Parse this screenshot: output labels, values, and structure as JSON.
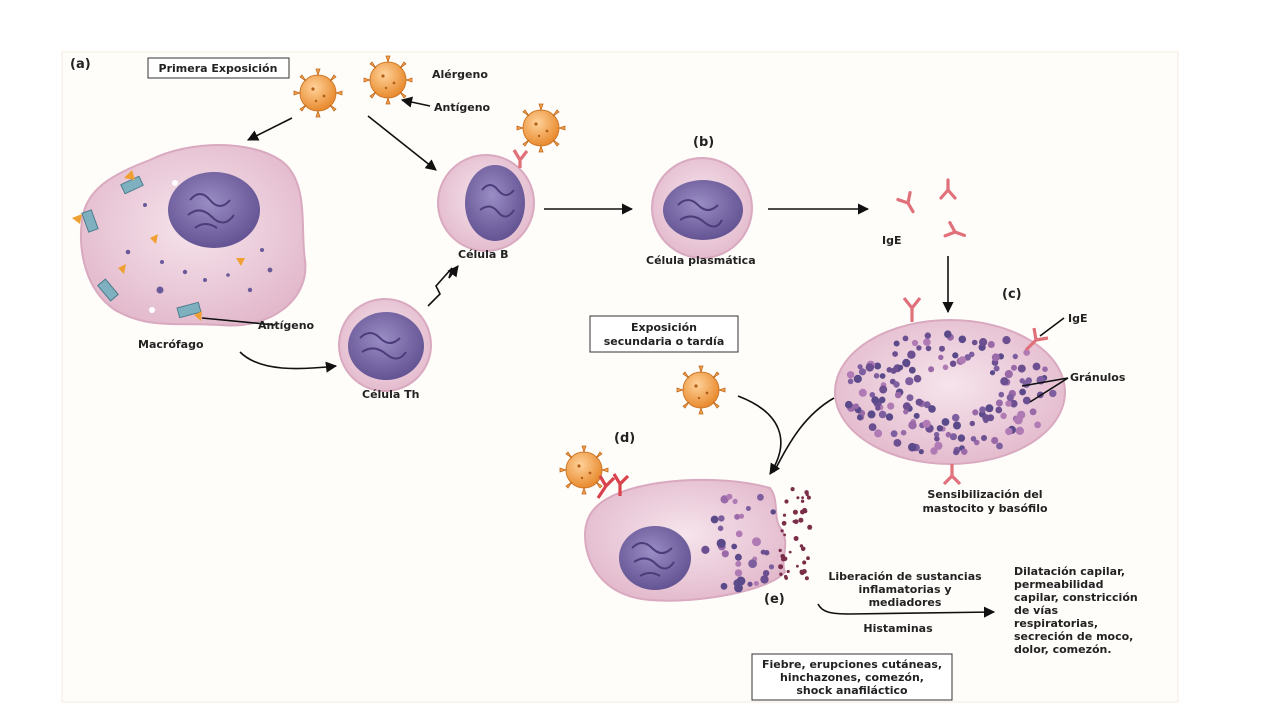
{
  "panels": {
    "a": "(a)",
    "b": "(b)",
    "c": "(c)",
    "d": "(d)",
    "e": "(e)"
  },
  "labels": {
    "primera_exposicion": "Primera Exposición",
    "alergeno": "Alérgeno",
    "antigeno_top": "Antígeno",
    "antigeno_macrofago": "Antígeno",
    "macrofago": "Macrófago",
    "celula_b": "Célula B",
    "celula_th": "Célula Th",
    "celula_plasmatica": "Célula plasmática",
    "ige_free": "IgE",
    "ige_mast": "IgE",
    "granulos": "Gránulos",
    "exposicion_secundaria": [
      "Exposición",
      "secundaria o tardía"
    ],
    "sensibilizacion": [
      "Sensibilización del",
      "mastocito y basófilo"
    ],
    "liberacion": [
      "Liberación de sustancias",
      "inflamatorias y",
      "mediadores"
    ],
    "histaminas": "Histaminas",
    "efectos": [
      "Dilatación capilar,",
      "permeabilidad",
      "capilar, constricción",
      "de vías",
      "respiratorias,",
      "secreción de moco,",
      "dolor, comezón."
    ],
    "sintomas": [
      "Fiebre, erupciones cutáneas,",
      "hinchazones, comezón,",
      "shock anafiláctico"
    ]
  },
  "colors": {
    "cell_membrane": "#e9c4d3",
    "cell_fill": "#efd3df",
    "nucleus": "#7a6aa8",
    "allergen": "#f2a64e",
    "ige": "#e0707a",
    "receptor": "#7fb0c0"
  }
}
